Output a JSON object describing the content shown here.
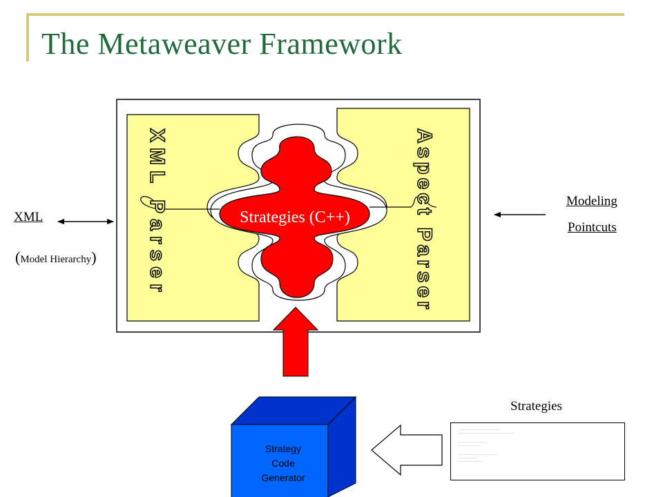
{
  "slide": {
    "title": "The Metaweaver Framework"
  },
  "left_side": {
    "xml_label": "XML",
    "model_open": "(",
    "model_text": "Model Hierarchy",
    "model_close": ")"
  },
  "right_side": {
    "modeling_label": "Modeling",
    "pointcuts_label": "Pointcuts"
  },
  "puzzle": {
    "left_piece_text": "XML Parser",
    "right_piece_text": "Aspect Parser",
    "center_label": "Strategies (C++)"
  },
  "generator": {
    "line1": "Strategy",
    "line2": "Code",
    "line3": "Generator"
  },
  "strategies_label": "Strategies",
  "colors": {
    "title": "#1f6b3a",
    "frame": "#d4c87a",
    "puzzle_fill": "#ffff99",
    "center_fill": "#ff0000",
    "generator_front": "#0066ff",
    "generator_top": "#0033cc",
    "arrow_red": "#ff0000"
  }
}
